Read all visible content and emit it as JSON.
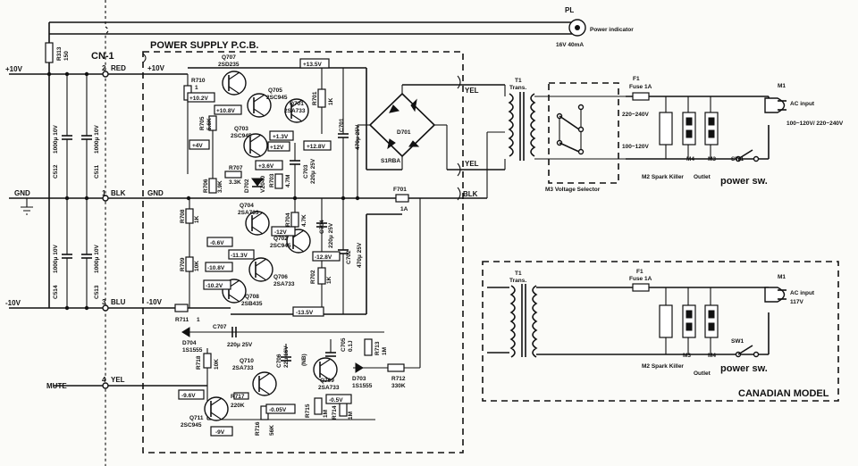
{
  "header": {
    "pcb_title": "POWER SUPPLY P.C.B.",
    "connector": "CN-1",
    "canadian_model": "CANADIAN MODEL"
  },
  "connector_pins": [
    {
      "num": "2",
      "name": "RED",
      "side": "+10V",
      "inside": "+10V"
    },
    {
      "num": "1",
      "name": "BLK",
      "side": "GND",
      "inside": "GND"
    },
    {
      "num": "3",
      "name": "BLU",
      "side": "-10V",
      "inside": "-10V"
    },
    {
      "num": "4",
      "name": "YEL",
      "side": "MUTE",
      "inside": ""
    }
  ],
  "power_indicator": {
    "ref": "PL",
    "label": "Power indicator",
    "rating": "16V 40mA"
  },
  "resistors": [
    {
      "ref": "R313",
      "value": "150"
    },
    {
      "ref": "R710",
      "value": "1"
    },
    {
      "ref": "R705",
      "value": "5.6K"
    },
    {
      "ref": "R701",
      "value": "1K"
    },
    {
      "ref": "R707",
      "value": "3.3K"
    },
    {
      "ref": "R706",
      "value": "3.9K"
    },
    {
      "ref": "R703",
      "value": "4.7M"
    },
    {
      "ref": "R708",
      "value": "1K"
    },
    {
      "ref": "R704",
      "value": "4.7K"
    },
    {
      "ref": "R709",
      "value": "10K"
    },
    {
      "ref": "R702",
      "value": "1K"
    },
    {
      "ref": "R711",
      "value": "1"
    },
    {
      "ref": "R718",
      "value": "10K"
    },
    {
      "ref": "R717",
      "value": "220K"
    },
    {
      "ref": "R716",
      "value": "56K"
    },
    {
      "ref": "R715",
      "value": "1M"
    },
    {
      "ref": "R714",
      "value": "1M"
    },
    {
      "ref": "R713",
      "value": "1M"
    },
    {
      "ref": "R712",
      "value": "330K"
    }
  ],
  "capacitors": [
    {
      "ref": "C512",
      "value": "1000μ 10V"
    },
    {
      "ref": "C511",
      "value": "1000μ 10V"
    },
    {
      "ref": "C514",
      "value": "1000μ 10V"
    },
    {
      "ref": "C513",
      "value": "1000μ 10V"
    },
    {
      "ref": "C701",
      "value": "470μ 25V"
    },
    {
      "ref": "C703",
      "value": "220μ 25V"
    },
    {
      "ref": "C704",
      "value": "220μ 25V"
    },
    {
      "ref": "C702",
      "value": "470μ 25V"
    },
    {
      "ref": "C707",
      "value": "220μ 25V"
    },
    {
      "ref": "C706",
      "value": "22μ 16V"
    },
    {
      "ref": "C705",
      "value": "0.1J"
    }
  ],
  "transistors": [
    {
      "ref": "Q707",
      "type": "2SD235"
    },
    {
      "ref": "Q705",
      "type": "2SC945"
    },
    {
      "ref": "Q701",
      "type": "2SA733"
    },
    {
      "ref": "Q703",
      "type": "2SC945"
    },
    {
      "ref": "Q704",
      "type": "2SA733"
    },
    {
      "ref": "Q702",
      "type": "2SC945"
    },
    {
      "ref": "Q706",
      "type": "2SA733"
    },
    {
      "ref": "Q708",
      "type": "2SB435"
    },
    {
      "ref": "Q710",
      "type": "2SA733"
    },
    {
      "ref": "Q709",
      "type": "2SA733"
    },
    {
      "ref": "Q711",
      "type": "2SC945"
    }
  ],
  "diodes": [
    {
      "ref": "D701",
      "type": "S1RBA"
    },
    {
      "ref": "D702",
      "type": "VZ040"
    },
    {
      "ref": "D704",
      "type": "1S1555"
    },
    {
      "ref": "D703",
      "type": "1S1555"
    }
  ],
  "voltages": [
    "+13.5V",
    "+10.2V",
    "+10.8V",
    "+1.3V",
    "+12V",
    "+12.8V",
    "+4V",
    "+3.6V",
    "-0.6V",
    "-11.3V",
    "-12V",
    "-12.8V",
    "-10.8V",
    "-10.2V",
    "-13.5V",
    "-9.6V",
    "-0.05V",
    "-0.5V",
    "-9V"
  ],
  "misc": {
    "yel_top": "YEL",
    "yel_mid": "YEL",
    "blk": "BLK",
    "fuse_ref": "F701",
    "fuse_value": "1A",
    "n_label": "(NB)"
  },
  "ac_section": {
    "t1": "T1",
    "trans": "Trans.",
    "f1": "F1",
    "fuse": "Fuse 1A",
    "v_sel_hi": "220~240V",
    "v_sel_lo": "100~120V",
    "voltage_selector": "M3 Voltage Selector",
    "spark_killer": "M2 Spark Killer",
    "m4": "M4",
    "m3": "M3",
    "sw1": "SW1",
    "outlet": "Outlet",
    "power_sw": "power sw.",
    "m1": "M1",
    "ac_input": "AC input",
    "ac_range": "100~120V/ 220~240V"
  },
  "canadian": {
    "t1": "T1",
    "trans": "Trans.",
    "f1": "F1",
    "fuse": "Fuse 1A",
    "spark_killer": "M2 Spark Killer",
    "m3": "M3",
    "m4": "M4",
    "outlet": "Outlet",
    "sw1": "SW1",
    "power_sw": "power sw.",
    "m1": "M1",
    "ac_input": "AC input",
    "ac_volt": "117V"
  }
}
